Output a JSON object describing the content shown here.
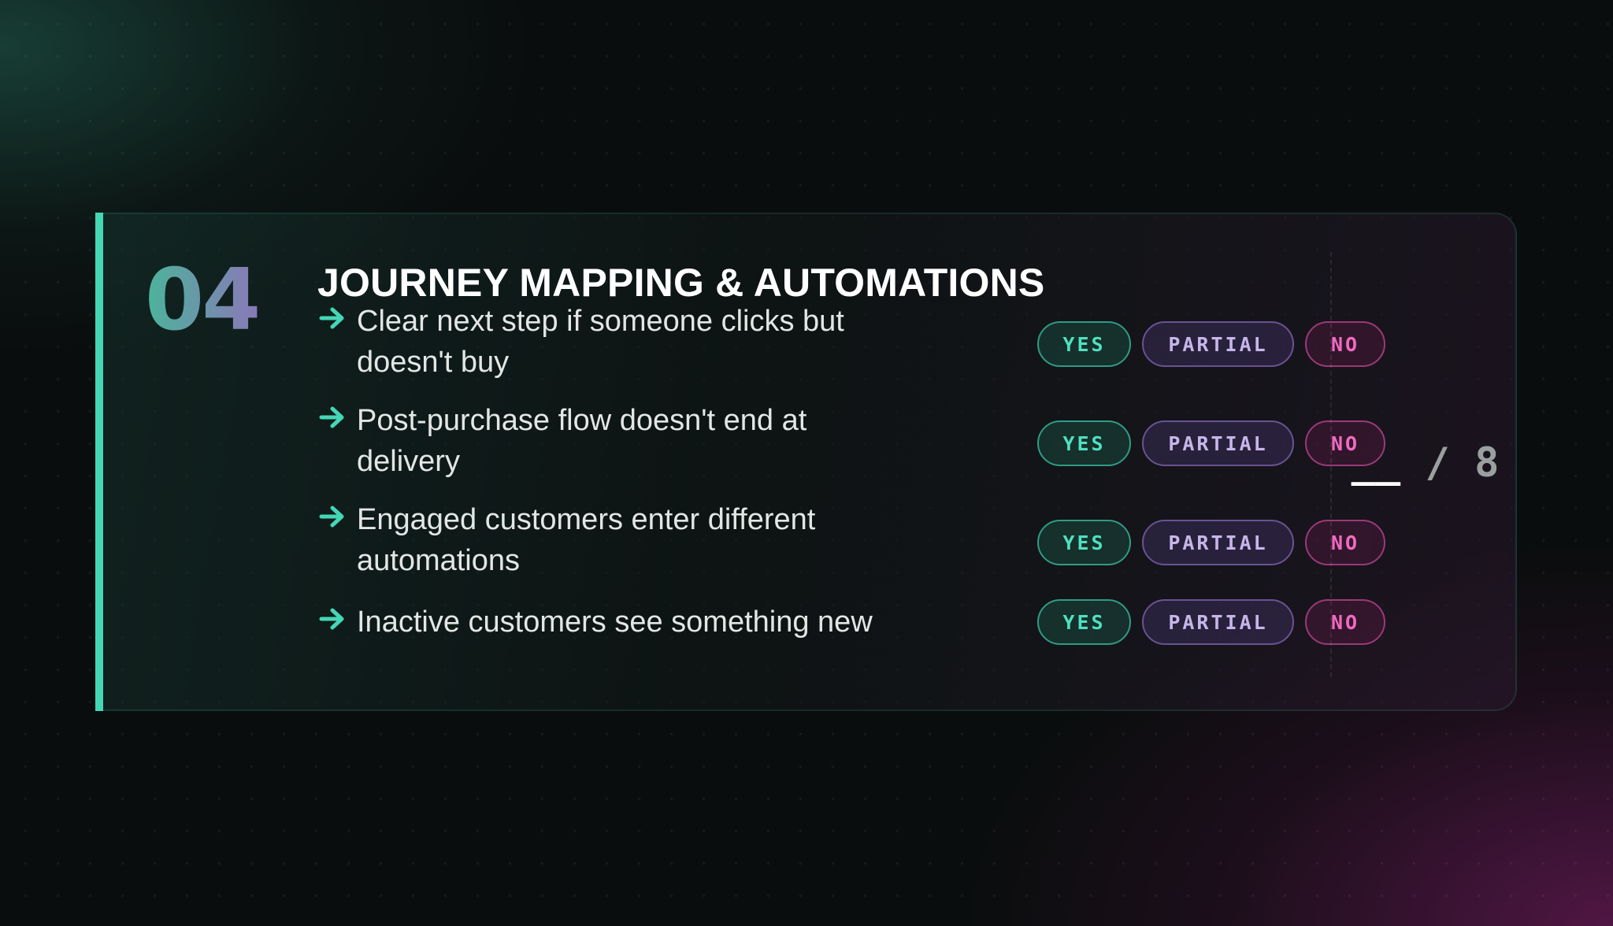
{
  "section": {
    "number": "04",
    "title": "JOURNEY MAPPING & AUTOMATIONS"
  },
  "options": {
    "yes": "YES",
    "partial": "PARTIAL",
    "no": "NO"
  },
  "items": [
    {
      "text": "Clear next step if someone clicks but doesn't buy"
    },
    {
      "text": "Post-purchase flow doesn't end at delivery"
    },
    {
      "text": "Engaged customers enter different automations"
    },
    {
      "text": "Inactive customers see something new"
    }
  ],
  "score": {
    "blank": "__",
    "separator": " / ",
    "total": "8"
  },
  "colors": {
    "accent": "#45d6b5",
    "yes": "#4fe0bf",
    "partial": "#c7b6ea",
    "no": "#f06ac0"
  },
  "icons": {
    "bullet": "arrow-right-icon"
  }
}
